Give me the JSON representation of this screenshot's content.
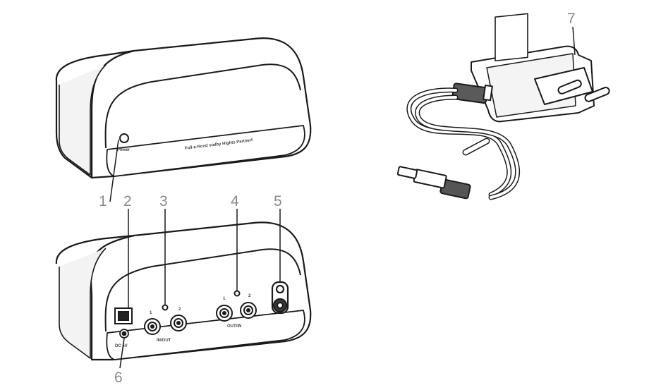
{
  "diagram": {
    "callouts": [
      "1",
      "2",
      "3",
      "4",
      "5",
      "6",
      "7"
    ],
    "device_top": {
      "button_label": "Power",
      "front_text": "Full-e-Ncnd stalby Hights Partnerf"
    },
    "device_back": {
      "port3_label": "IN/OUT",
      "port4_label": "OUT/IN",
      "port_marks": [
        "1",
        "2",
        "1",
        "2"
      ],
      "power_label": "DC 5V"
    }
  }
}
